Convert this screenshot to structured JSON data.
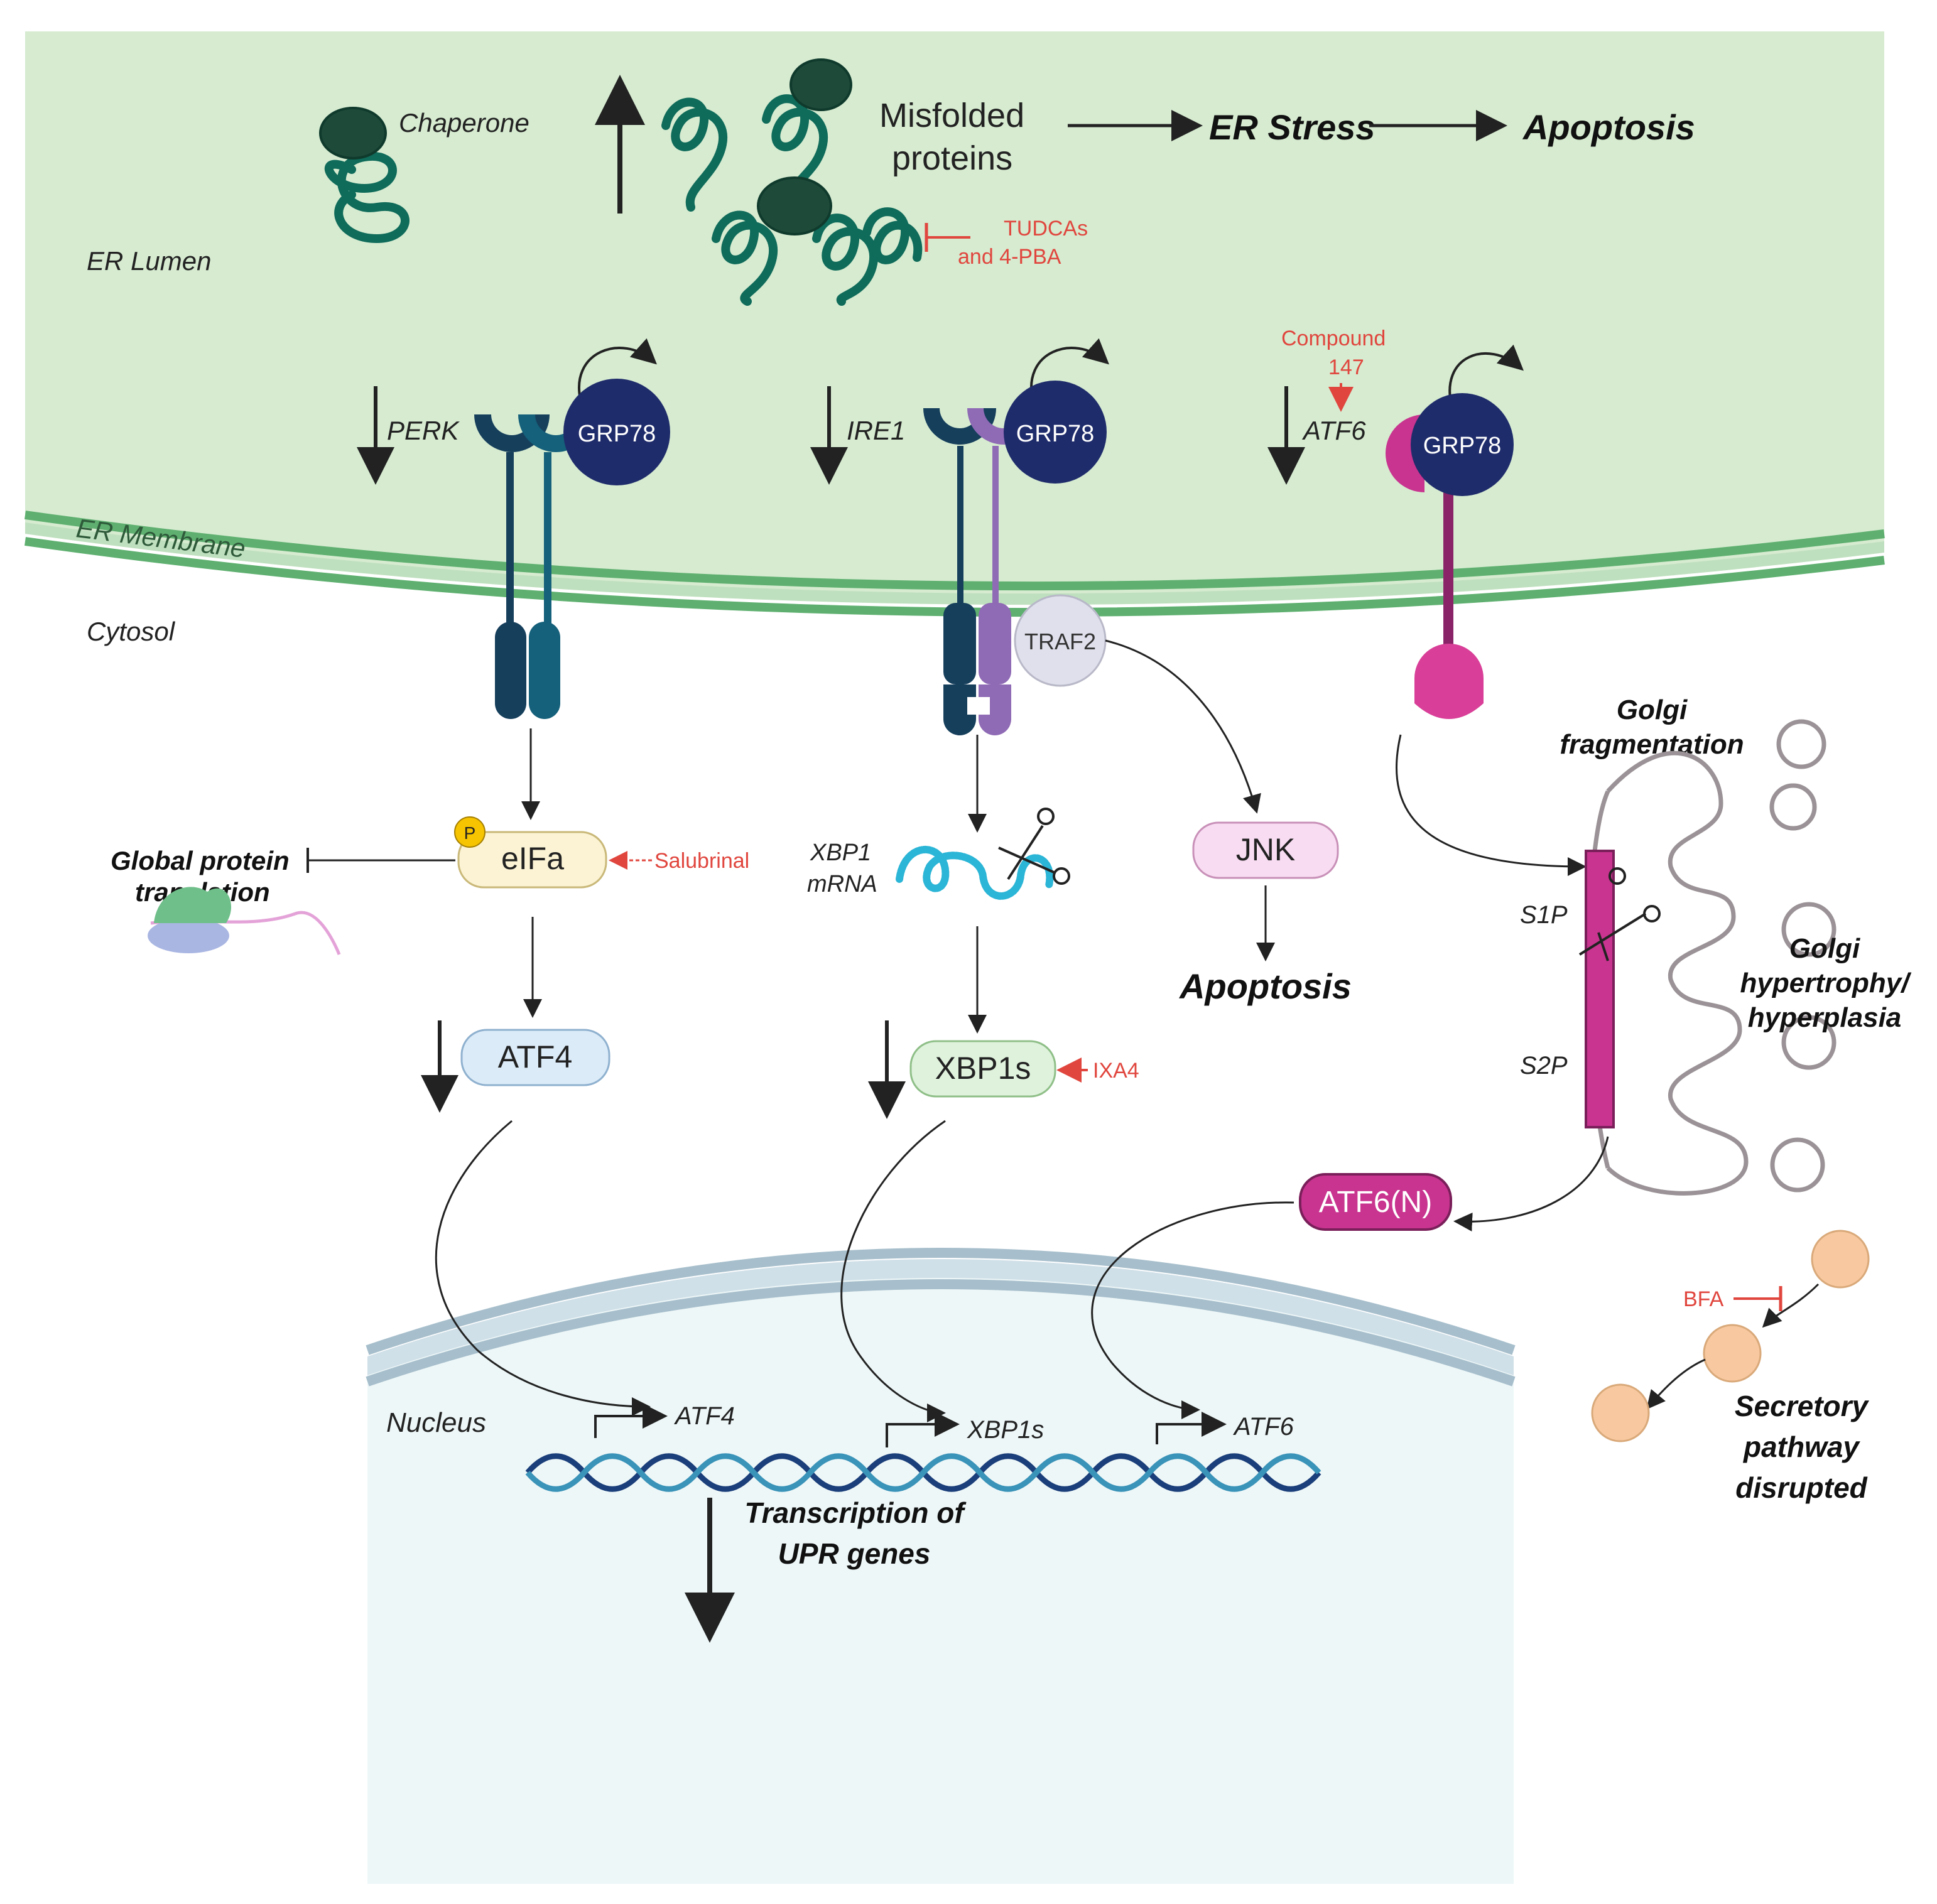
{
  "labels": {
    "chaperone": "Chaperone",
    "misfolded_1": "Misfolded",
    "misfolded_2": "proteins",
    "er_stress": "ER Stress",
    "apoptosis_top": "Apoptosis",
    "tudca_1": "TUDCAs",
    "tudca_2": "and 4-PBA",
    "er_lumen": "ER Lumen",
    "compound_1": "Compound",
    "compound_2": "147",
    "perk": "PERK",
    "ire1": "IRE1",
    "atf6_receptor": "ATF6",
    "grp78": "GRP78",
    "er_membrane": "ER Membrane",
    "cytosol": "Cytosol",
    "traf2": "TRAF2",
    "golgi_frag_1": "Golgi",
    "golgi_frag_2": "fragmentation",
    "p_badge": "P",
    "eifa": "eIFa",
    "salubrinal": "Salubrinal",
    "global_1": "Global protein",
    "global_2": "translation",
    "xbp1_1": "XBP1",
    "xbp1_2": "mRNA",
    "jnk": "JNK",
    "apoptosis_mid": "Apoptosis",
    "s1p": "S1P",
    "s2p": "S2P",
    "golgi_hyp_1": "Golgi",
    "golgi_hyp_2": "hypertrophy/",
    "golgi_hyp_3": "hyperplasia",
    "atf4": "ATF4",
    "xbp1s": "XBP1s",
    "ixa4": "IXA4",
    "atf6n": "ATF6(N)",
    "bfa": "BFA",
    "nucleus": "Nucleus",
    "gene_atf4": "ATF4",
    "gene_xbp1s": "XBP1s",
    "gene_atf6": "ATF6",
    "transcription_1": "Transcription of",
    "transcription_2": "UPR genes",
    "secretory_1": "Secretory",
    "secretory_2": "pathway",
    "secretory_3": "disrupted"
  },
  "colors": {
    "er_lumen": "#d6ebd0",
    "er_membrane": "#5fb070",
    "nucleus": "#eef7f8",
    "nuclear_envelope": "#a7bfcc",
    "perk": "#15607a",
    "ire1_dark": "#163f5c",
    "ire1_purple": "#8f6ab5",
    "atf6": "#c8348f",
    "grp78": "#1f2c6b",
    "chaperone": "#1e4a3a",
    "protein_strand": "#0f6b5a",
    "inhibitor": "#e0463e",
    "vesicle": "#f8c9a0"
  },
  "icons": [
    "chaperone-icon",
    "misfolded-protein-icon",
    "scissors-icon",
    "ribosome-icon",
    "dna-icon",
    "vesicle-icon",
    "golgi-icon"
  ]
}
